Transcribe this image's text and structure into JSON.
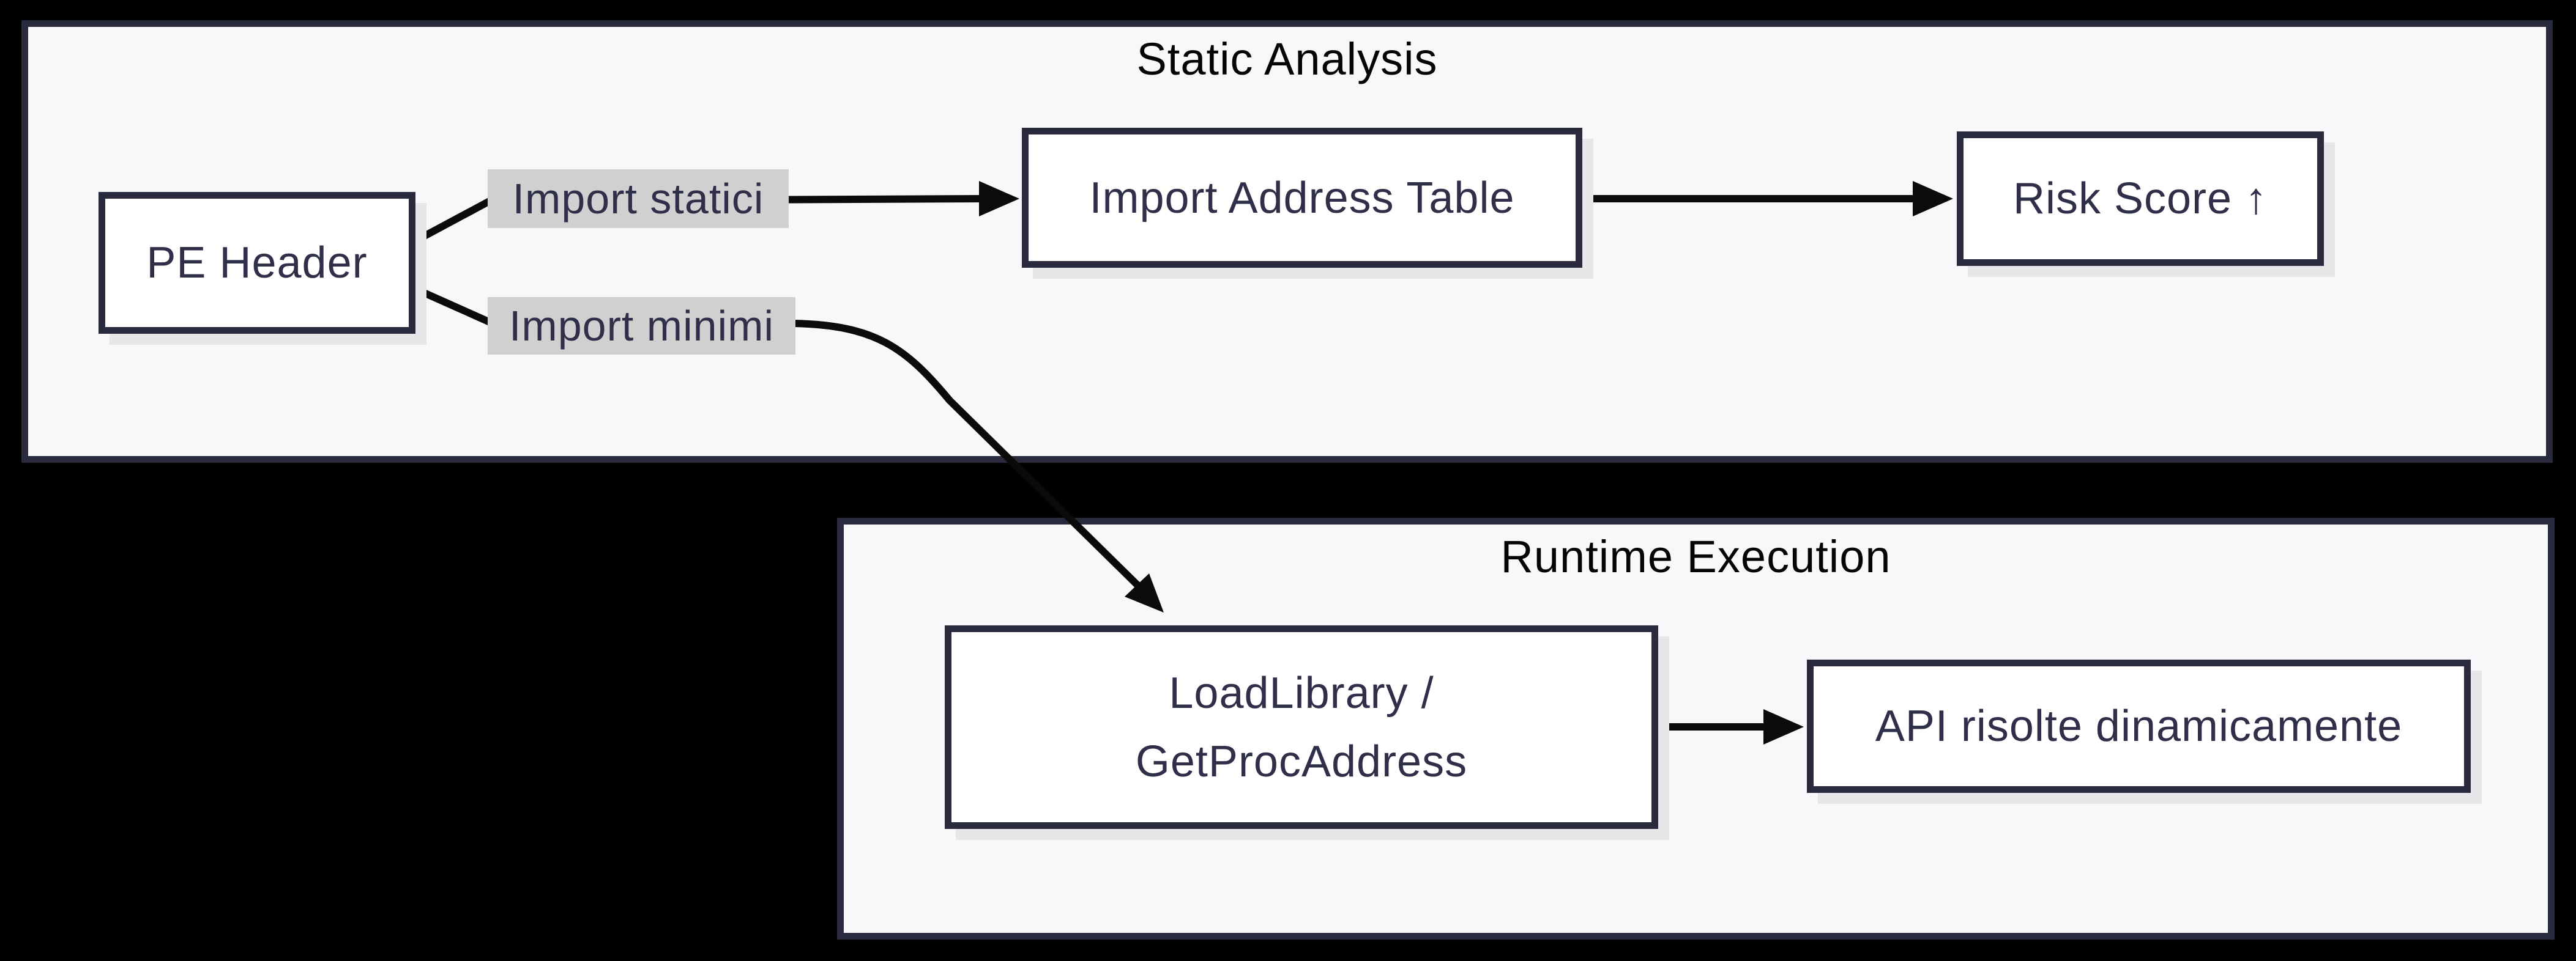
{
  "diagram": {
    "type": "flowchart",
    "subgraphs": {
      "static": {
        "title": "Static Analysis"
      },
      "runtime": {
        "title": "Runtime Execution"
      }
    },
    "nodes": {
      "pe": {
        "label": "PE Header"
      },
      "iat": {
        "label": "Import Address Table"
      },
      "risk": {
        "label": "Risk Score ↑"
      },
      "load": {
        "line1": "LoadLibrary /",
        "line2": "GetProcAddress"
      },
      "api": {
        "label": "API risolte dinamicamente"
      }
    },
    "edges": [
      {
        "from": "PE Header",
        "to": "Import Address Table",
        "label": "Import statici"
      },
      {
        "from": "PE Header",
        "to": "LoadLibrary / GetProcAddress",
        "label": "Import minimi"
      },
      {
        "from": "Import Address Table",
        "to": "Risk Score ↑",
        "label": ""
      },
      {
        "from": "LoadLibrary / GetProcAddress",
        "to": "API risolte dinamicamente",
        "label": ""
      }
    ],
    "colors": {
      "page_background": "#000000",
      "subgraph_fill": "#f8f8fb",
      "border": "#2a2a3e",
      "node_fill": "#ffffff",
      "node_text": "#2f2f49",
      "title_text": "#050505",
      "edge_stroke": "#0b0b0b",
      "edge_label_background": "#d0d0d0",
      "node_shadow": "#e7e7ea"
    }
  }
}
